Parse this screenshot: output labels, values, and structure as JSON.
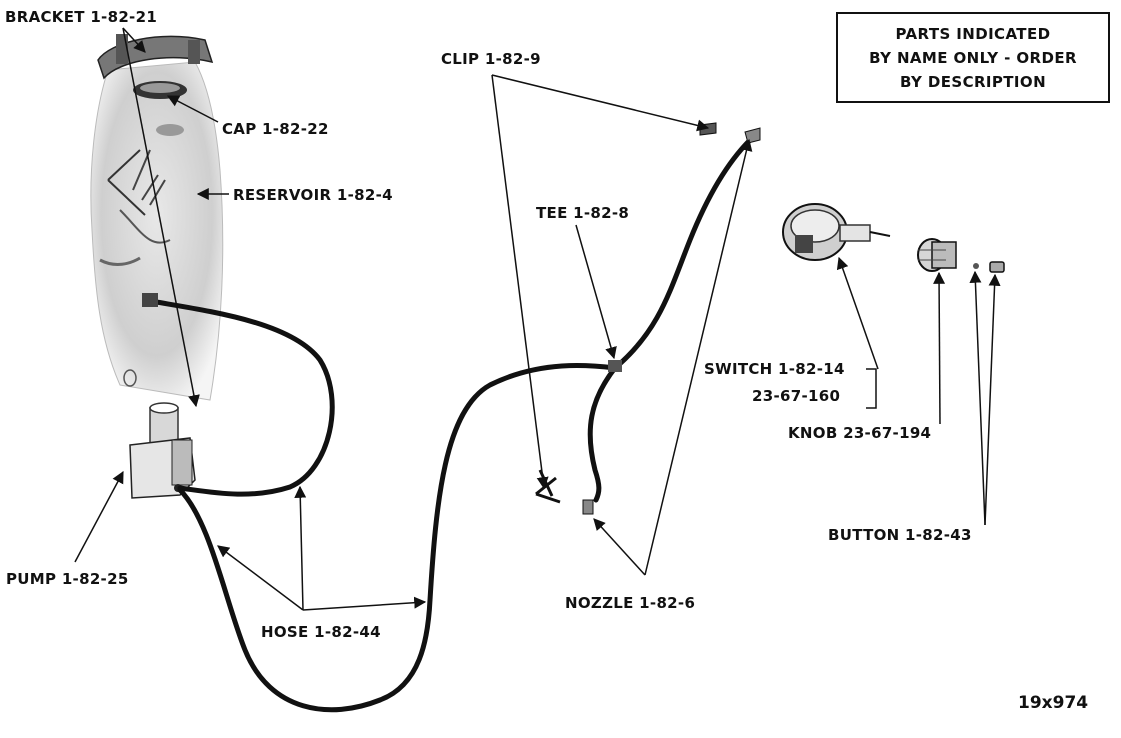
{
  "notice": {
    "line1": "PARTS INDICATED",
    "line2": "BY NAME ONLY - ORDER",
    "line3": "BY DESCRIPTION"
  },
  "labels": {
    "bracket": "BRACKET 1-82-21",
    "cap": "CAP 1-82-22",
    "reservoir": "RESERVOIR 1-82-4",
    "clip": "CLIP 1-82-9",
    "tee": "TEE 1-82-8",
    "switch_line1": "SWITCH 1-82-14",
    "switch_line2": "23-67-160",
    "knob": "KNOB 23-67-194",
    "button": "BUTTON 1-82-43",
    "pump": "PUMP 1-82-25",
    "hose": "HOSE 1-82-44",
    "nozzle": "NOZZLE 1-82-6"
  },
  "figure_number": "19x974"
}
